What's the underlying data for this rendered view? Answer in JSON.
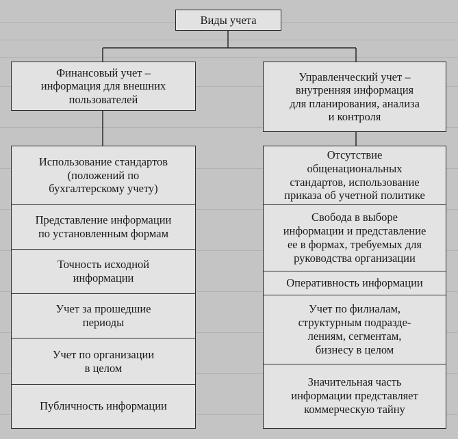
{
  "root": {
    "title": "Виды учета"
  },
  "left": {
    "header": "Финансовый учет –\nинформация для внешних\nпользователей",
    "items": [
      "Использование стандартов\n(положений по\nбухгалтерскому учету)",
      "Представление информации\nпо установленным формам",
      "Точность исходной\nинформации",
      "Учет за прошедшие\nпериоды",
      "Учет по организации\nв целом",
      "Публичность информации"
    ]
  },
  "right": {
    "header": "Управленческий учет –\nвнутренняя информация\nдля планирования, анализа\nи контроля",
    "items": [
      "Отсутствие\nобщенациональных\nстандартов, использование\nприказа об учетной политике",
      "Свобода в выборе\nинформации и представление\nее в формах, требуемых для\nруководства организации",
      "Оперативность информации",
      "Учет по филиалам,\nструктурным подразде-\nлениям, сегментам,\nбизнесу в целом",
      "Значительная часть\nинформации представляет\nкоммерческую тайну"
    ]
  }
}
